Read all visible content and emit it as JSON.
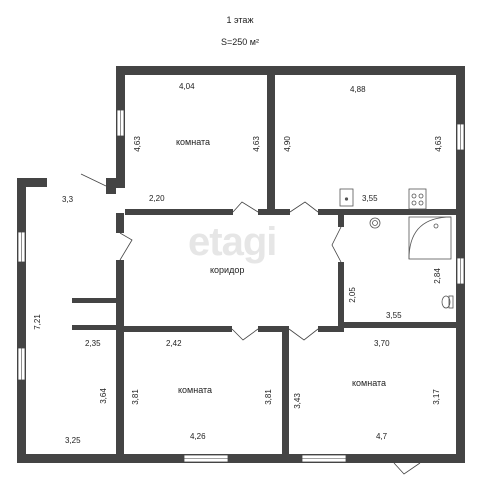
{
  "header": {
    "floor": "1 этаж",
    "area": "S=250 м²"
  },
  "watermark": "etagi",
  "rooms": {
    "room_top_left": "комната",
    "corridor": "коридор",
    "room_bottom_middle": "комната",
    "room_bottom_right": "комната"
  },
  "dimensions": {
    "tl_top": "4,04",
    "tl_left": "4,63",
    "tl_right": "4,63",
    "tl_bottom": "2,20",
    "tr_top": "4,88",
    "tr_left": "4,90",
    "tr_right": "4,63",
    "tr_bottom": "3,55",
    "left_top": "3,3",
    "left_side": "7,21",
    "left_mid": "2,35",
    "left_inner": "3,64",
    "left_bottom": "3,25",
    "bath_height": "2,84",
    "bath_left": "2,05",
    "bath_bottom": "3,55",
    "bm_top": "2,42",
    "bm_left": "3,81",
    "bm_right": "3,81",
    "bm_bottom": "4,26",
    "br_top": "3,70",
    "br_left": "3,43",
    "br_right": "3,17",
    "br_bottom": "4,7"
  }
}
